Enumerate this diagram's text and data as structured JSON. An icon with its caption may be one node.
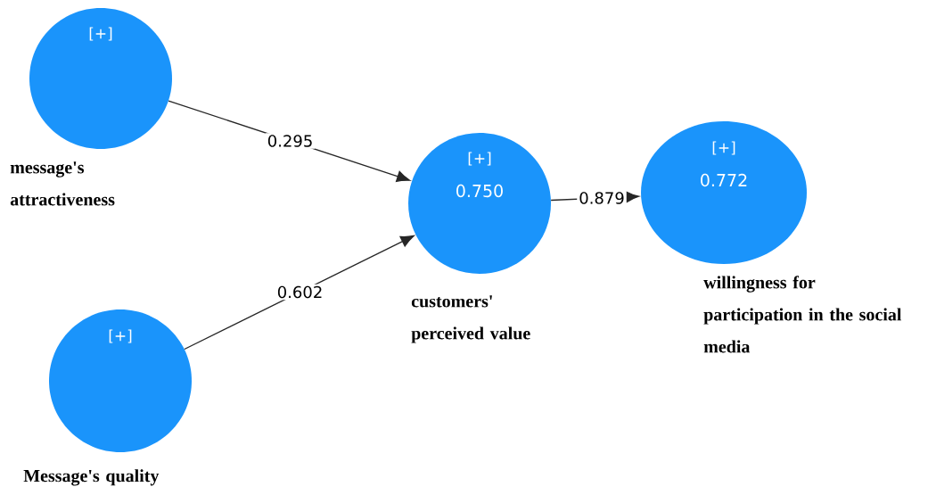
{
  "diagram": {
    "nodes": [
      {
        "text": [
          "[+]",
          "message's attractiveness"
        ]
      },
      {
        "text": [
          "[+]",
          "Message's quality"
        ]
      },
      {
        "text": [
          "[+]",
          "0.750",
          "customers' perceived value"
        ]
      },
      {
        "text": [
          "[+]",
          "0.772",
          "willingness for participation in the social media"
        ]
      }
    ],
    "edges": [
      {
        "from": 0,
        "to": 2,
        "arrow": "to",
        "label": "0.295"
      },
      {
        "from": 1,
        "to": 2,
        "arrow": "to",
        "label": "0.602"
      },
      {
        "from": 2,
        "to": 3,
        "arrow": "to",
        "label": "0.879"
      }
    ]
  }
}
